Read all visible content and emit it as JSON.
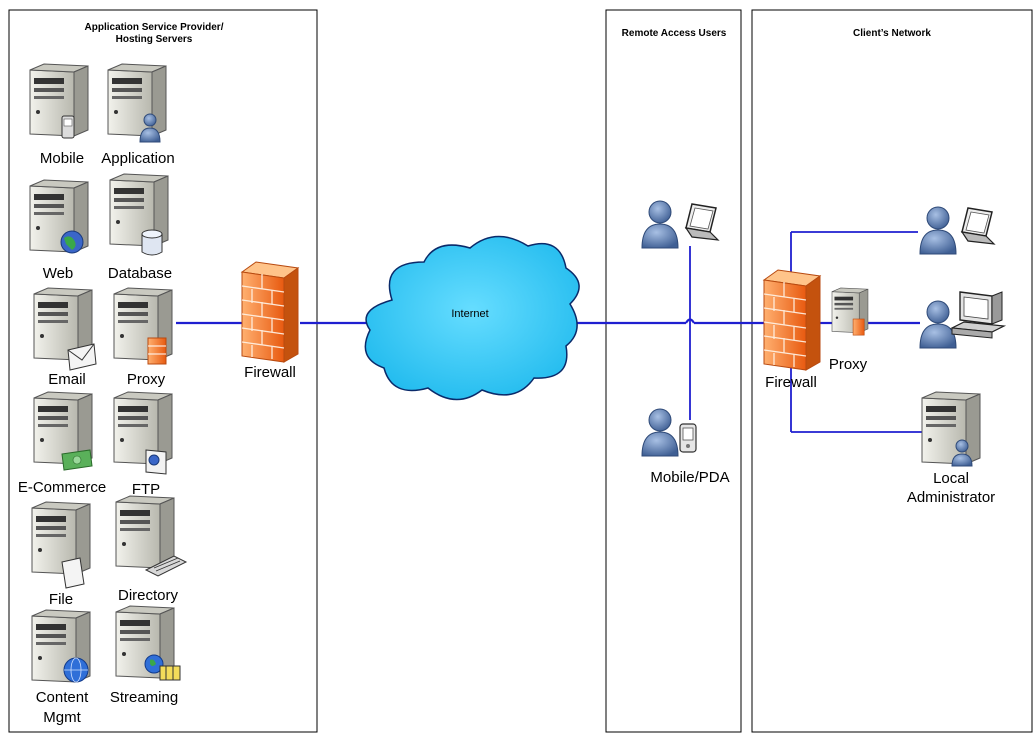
{
  "panels": {
    "asp": {
      "title_line1": "Application Service Provider/",
      "title_line2": "Hosting Servers"
    },
    "remote": {
      "title": "Remote Access Users"
    },
    "client": {
      "title": "Client’s Network"
    }
  },
  "servers": [
    {
      "label": "Mobile",
      "badge": "phone"
    },
    {
      "label": "Application",
      "badge": "user"
    },
    {
      "label": "Web",
      "badge": "globe"
    },
    {
      "label": "Database",
      "badge": "cylinder"
    },
    {
      "label": "Email",
      "badge": "envelope"
    },
    {
      "label": "Proxy",
      "badge": "firewall"
    },
    {
      "label": "E-Commerce",
      "badge": "money"
    },
    {
      "label": "FTP",
      "badge": "globe-doc"
    },
    {
      "label": "File",
      "badge": "document"
    },
    {
      "label": "Directory",
      "badge": "tray"
    },
    {
      "label": "Content",
      "label2": "Mgmt",
      "badge": "globe-blue"
    },
    {
      "label": "Streaming",
      "badge": "globe-film"
    }
  ],
  "asp_firewall": {
    "label": "Firewall"
  },
  "cloud": {
    "label": "Internet"
  },
  "remote_users": [
    {
      "label": "",
      "device": "laptop"
    },
    {
      "label": "Mobile/PDA",
      "device": "pda"
    }
  ],
  "client": {
    "firewall_label": "Firewall",
    "proxy_label": "Proxy",
    "admin_label1": "Local",
    "admin_label2": "Administrator"
  },
  "colors": {
    "link": "#1f1fd0",
    "server_body": "#d8d8cf",
    "firewall": "#f07a2a",
    "cloud": "#33ccff",
    "user": "#5577aa"
  }
}
